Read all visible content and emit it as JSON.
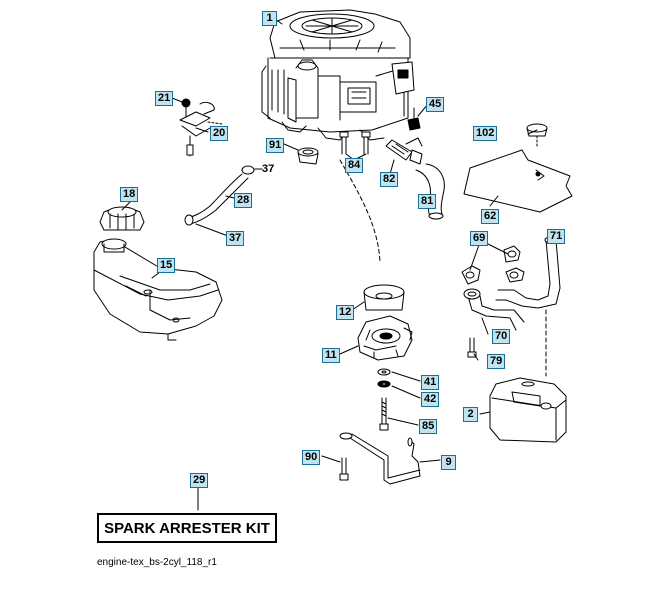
{
  "callouts": {
    "p1": "1",
    "p21": "21",
    "p20": "20",
    "p45": "45",
    "p91": "91",
    "p37a": "37",
    "p102": "102",
    "p84": "84",
    "p82": "82",
    "p18": "18",
    "p28": "28",
    "p81": "81",
    "p62": "62",
    "p37b": "37",
    "p69": "69",
    "p71": "71",
    "p15": "15",
    "p12": "12",
    "p70": "70",
    "p11": "11",
    "p79": "79",
    "p41": "41",
    "p42": "42",
    "p2": "2",
    "p85": "85",
    "p90": "90",
    "p9": "9",
    "p29": "29"
  },
  "kit_label": "SPARK ARRESTER KIT",
  "diagram_id": "engine-tex_bs-2cyl_118_r1",
  "colors": {
    "callout_fill": "#bfe3ef",
    "callout_border": "#1a6f95",
    "line": "#000000"
  }
}
